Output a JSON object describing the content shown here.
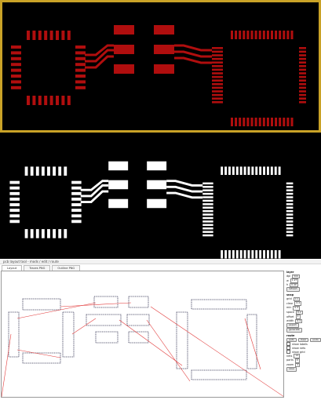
{
  "colors": {
    "copper": "#b00e0e",
    "board_outline": "#c9a227",
    "mask": "#ffffff",
    "background": "#000000",
    "ratsnest": "#e23a3a",
    "pad_outline": "#3c3c5a"
  },
  "app": {
    "title": "pcb layout tool - mods / edit / route"
  },
  "tabs": [
    {
      "label": "Layout"
    },
    {
      "label": "Traces PNG"
    },
    {
      "label": "Outline PNG"
    }
  ],
  "sidepanel": {
    "layer_head": "layer",
    "layer_rows": [
      {
        "label": "dpi",
        "value": "500"
      },
      {
        "label": "w",
        "value": "1.27"
      },
      {
        "label": "h",
        "value": "0.40"
      }
    ],
    "refresh_label": "refresh",
    "snap_head": "snap",
    "snap_rows": [
      {
        "label": "grid",
        "value": "0.1"
      },
      {
        "label": "clear",
        "value": "0.4"
      },
      {
        "label": "min",
        "value": "0.3"
      },
      {
        "label": "space",
        "value": "0.2"
      },
      {
        "label": "offset",
        "value": "1"
      },
      {
        "label": "width",
        "value": "0.4"
      }
    ],
    "export_label": "export",
    "generate_label": "generate",
    "route_head": "route",
    "route_buttons": [
      "auto",
      "clear",
      "undo"
    ],
    "options": [
      {
        "label": "show labels"
      },
      {
        "label": "show nets"
      },
      {
        "label": "show grid"
      }
    ],
    "footer_rows": [
      {
        "label": "nets",
        "value": "14"
      },
      {
        "label": "parts",
        "value": "4"
      },
      {
        "label": "zoom",
        "value": "1"
      }
    ],
    "save_label": "save"
  }
}
